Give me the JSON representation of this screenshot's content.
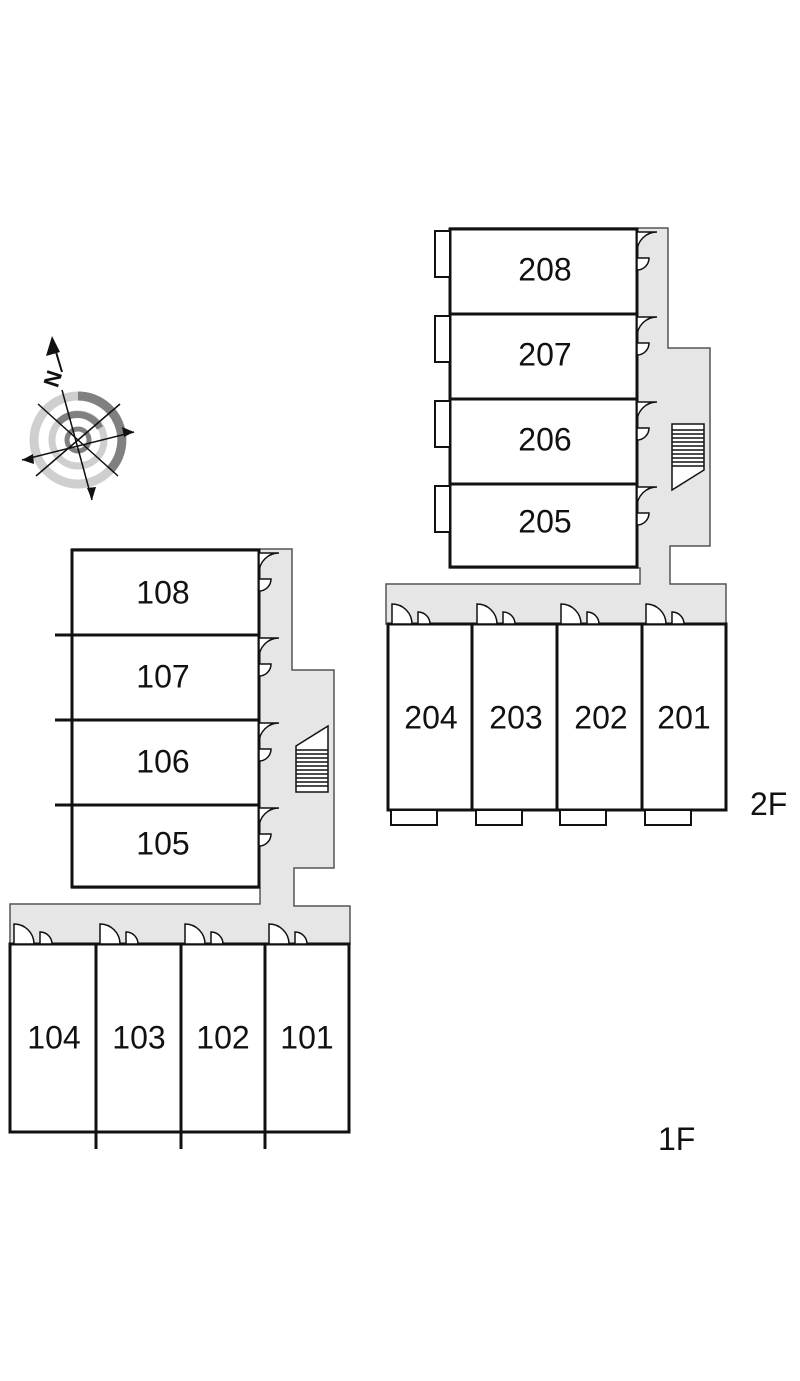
{
  "floor_2": {
    "label": "2F",
    "units_stack": [
      "208",
      "207",
      "206",
      "205"
    ],
    "units_row": [
      "204",
      "203",
      "202",
      "201"
    ]
  },
  "floor_1": {
    "label": "1F",
    "units_stack": [
      "108",
      "107",
      "106",
      "105"
    ],
    "units_row": [
      "104",
      "103",
      "102",
      "101"
    ]
  },
  "compass": {
    "north_letter": "N"
  }
}
